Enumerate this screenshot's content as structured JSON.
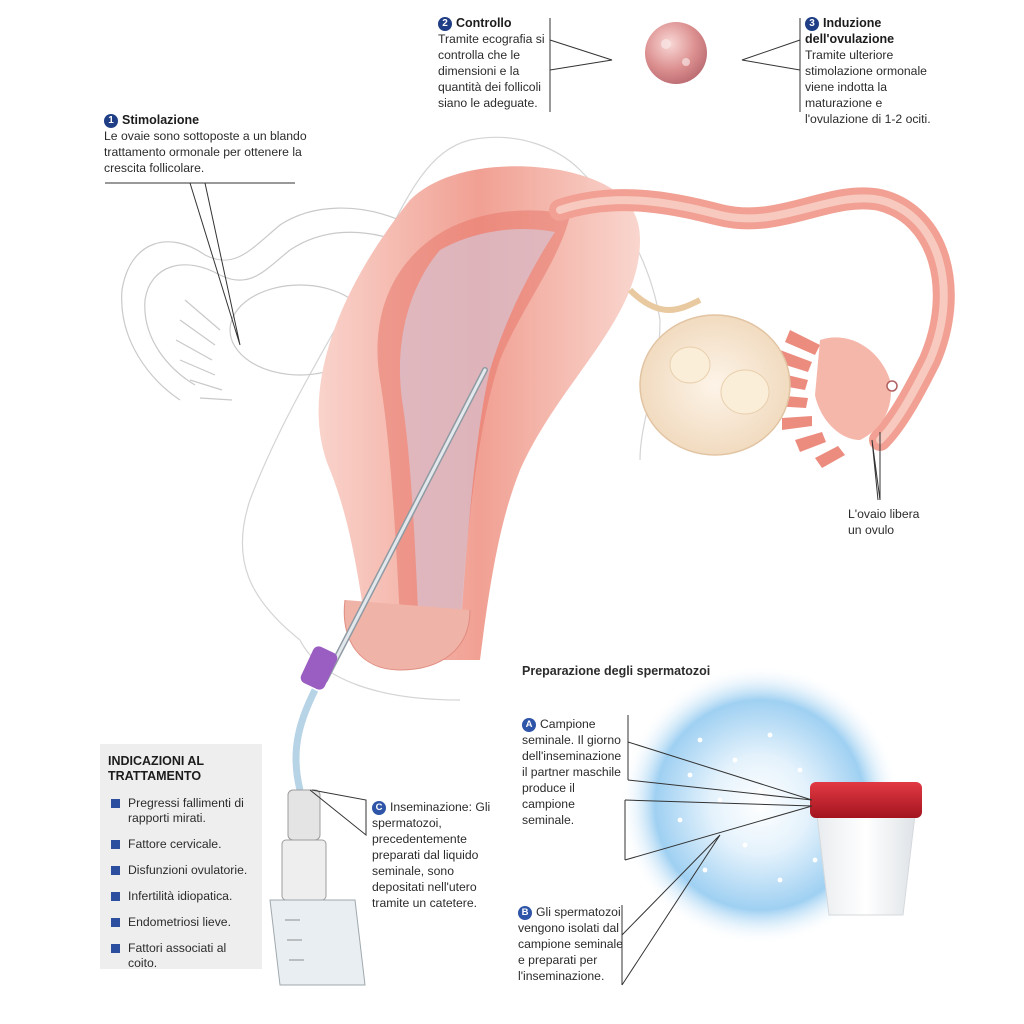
{
  "steps": [
    {
      "num": "1",
      "title": "Stimolazione",
      "body": "Le ovaie sono sottoposte a un blando trattamento ormonale per ottenere la crescita follicolare."
    },
    {
      "num": "2",
      "title": "Controllo",
      "body": "Tramite ecografia si controlla che le dimensioni e la quantità dei follicoli siano le adeguate."
    },
    {
      "num": "3",
      "title": "Induzione dell'ovulazione",
      "body": "Tramite ulteriore stimolazione ormonale viene indotta la maturazione e l'ovulazione di 1-2 ociti."
    }
  ],
  "ovary_release": "L'ovaio libera un ovulo",
  "insemination": {
    "letter": "C",
    "body": "Inseminazione: Gli spermatozoi, precedentemente preparati dal liquido seminale, sono depositati nell'utero tramite un catetere."
  },
  "prep_title": "Preparazione degli spermatozoi",
  "prep_steps": [
    {
      "letter": "A",
      "body": "Campione seminale. Il giorno dell'inseminazione il partner maschile produce il campione seminale."
    },
    {
      "letter": "B",
      "body": "Gli spermatozoi vengono isolati dal campione seminale e preparati per l'inseminazione."
    }
  ],
  "indications": {
    "title": "INDICAZIONI AL TRATTAMENTO",
    "items": [
      "Pregressi fallimenti di rapporti mirati.",
      "Fattore cervicale.",
      "Disfunzioni ovulatorie.",
      "Infertilità idiopatica.",
      "Endometriosi lieve.",
      "Fattori associati al coito."
    ]
  },
  "colors": {
    "badge": "#1f3e86",
    "tissue": "#f1a093",
    "tissue_dark": "#e7786b",
    "catheter_ring": "#9a5ec3",
    "cup_lid": "#c8202c",
    "glow": "#6fb6ea"
  }
}
